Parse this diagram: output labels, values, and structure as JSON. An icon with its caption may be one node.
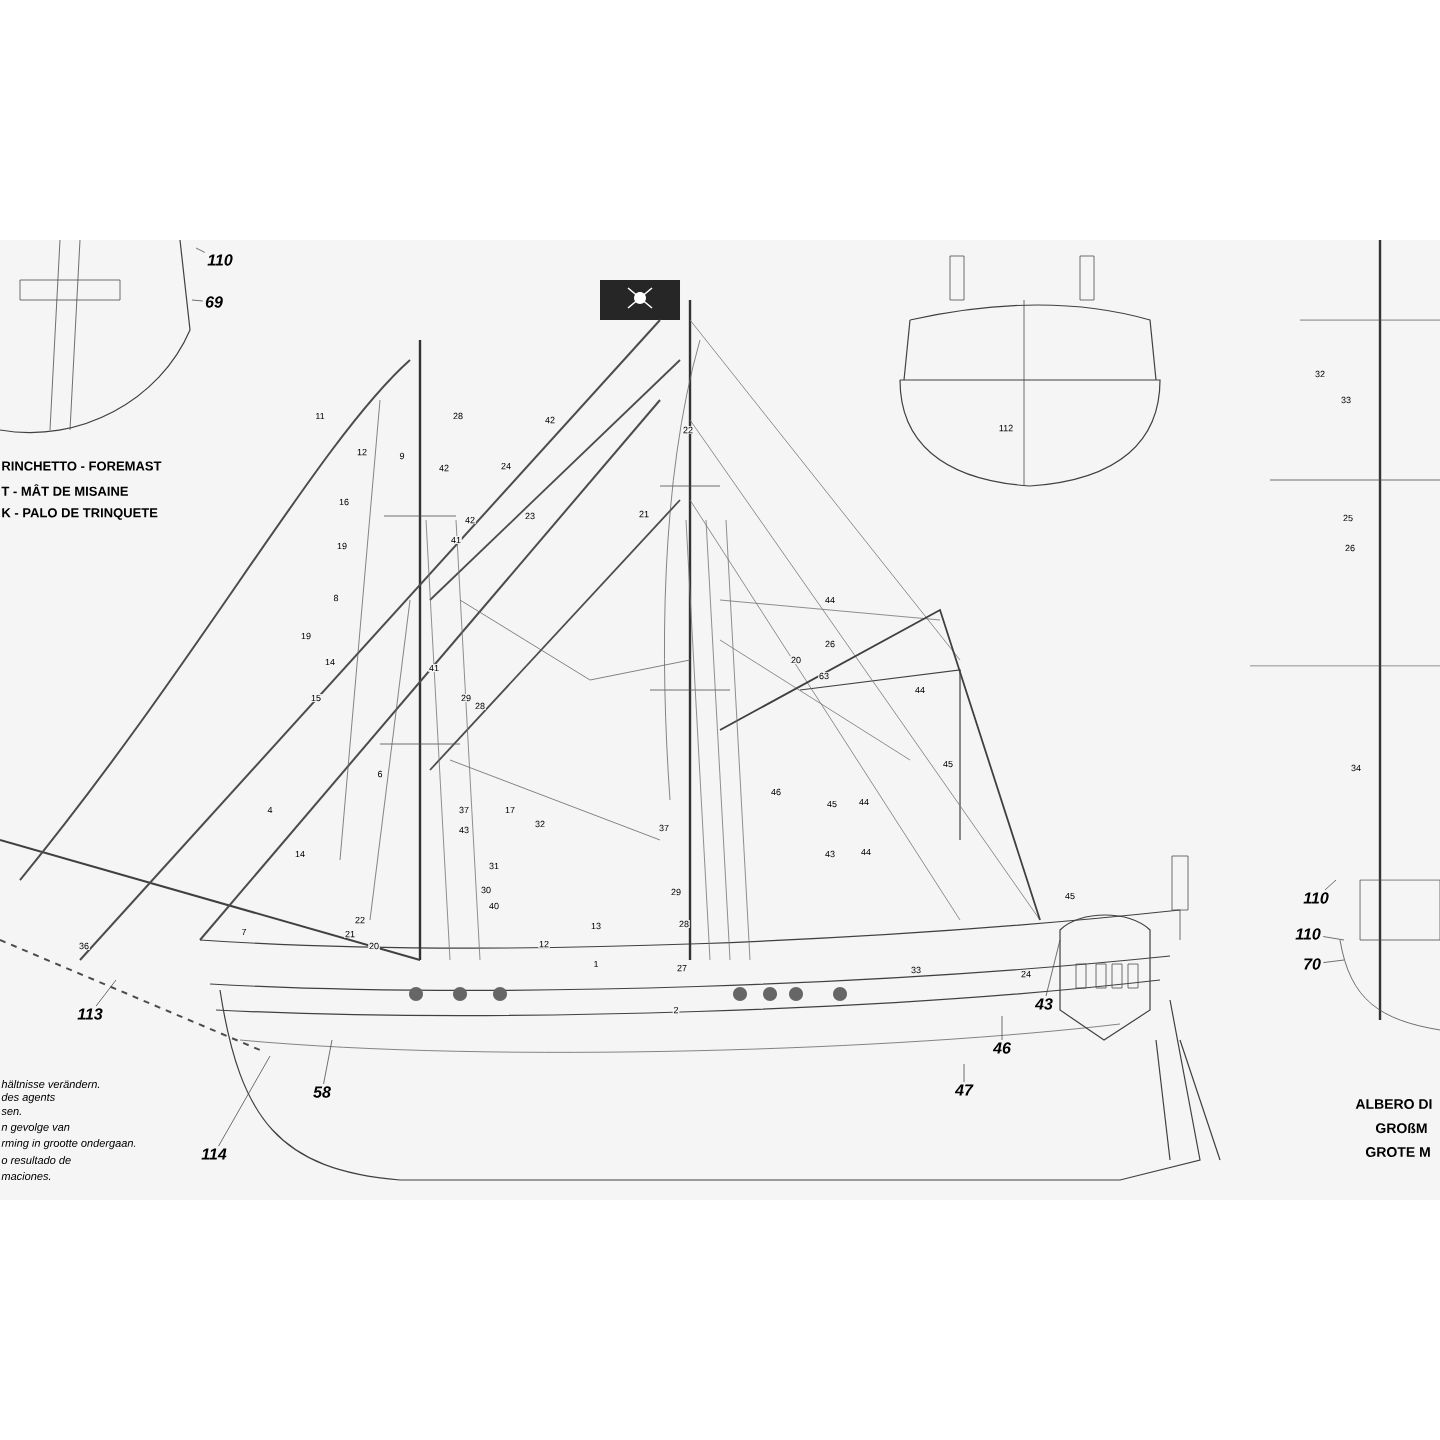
{
  "diagram": {
    "nodes": [
      {
        "text": [
          "110"
        ]
      },
      {
        "text": [
          "69"
        ]
      },
      {
        "text": [
          "113"
        ]
      },
      {
        "text": [
          "114"
        ]
      },
      {
        "text": [
          "58"
        ]
      },
      {
        "text": [
          "43"
        ]
      },
      {
        "text": [
          "46"
        ]
      },
      {
        "text": [
          "47"
        ]
      },
      {
        "text": [
          "110"
        ]
      },
      {
        "text": [
          "110"
        ]
      },
      {
        "text": [
          "70"
        ]
      }
    ],
    "edges": [
      {
        "from": 0,
        "to": null,
        "arrow": "none"
      },
      {
        "from": 1,
        "to": null,
        "arrow": "none"
      },
      {
        "from": 2,
        "to": null,
        "arrow": "none"
      },
      {
        "from": 3,
        "to": null,
        "arrow": "none"
      },
      {
        "from": 4,
        "to": null,
        "arrow": "none"
      },
      {
        "from": 5,
        "to": null,
        "arrow": "none"
      },
      {
        "from": 6,
        "to": null,
        "arrow": "none"
      },
      {
        "from": 7,
        "to": null,
        "arrow": "none"
      },
      {
        "from": 8,
        "to": null,
        "arrow": "none"
      },
      {
        "from": 9,
        "to": null,
        "arrow": "none"
      },
      {
        "from": 10,
        "to": null,
        "arrow": "none"
      }
    ],
    "labels": [
      "RINCHETTO - FOREMAST",
      "T - MÂT DE MISAINE",
      "K - PALO DE TRINQUETE",
      "11",
      "28",
      "42",
      "24",
      "23",
      "21",
      "22",
      "9",
      "12",
      "42",
      "42",
      "41",
      "16",
      "19",
      "19",
      "8",
      "14",
      "15",
      "41",
      "29",
      "28",
      "6",
      "37",
      "17",
      "37",
      "43",
      "32",
      "4",
      "14",
      "31",
      "30",
      "40",
      "29",
      "28",
      "13",
      "12",
      "27",
      "1",
      "2",
      "7",
      "22",
      "21",
      "20",
      "36",
      "63",
      "44",
      "26",
      "20",
      "44",
      "45",
      "45",
      "44",
      "46",
      "43",
      "44",
      "45",
      "33",
      "24",
      "112",
      "32",
      "33",
      "25",
      "26",
      "34",
      "hältnisse verändern.",
      "des agents",
      "sen.",
      "n gevolge van",
      "rming in grootte ondergaan.",
      "o resultado de",
      "maciones.",
      "ALBERO DI",
      "GROßM",
      "GROTE M"
    ]
  }
}
